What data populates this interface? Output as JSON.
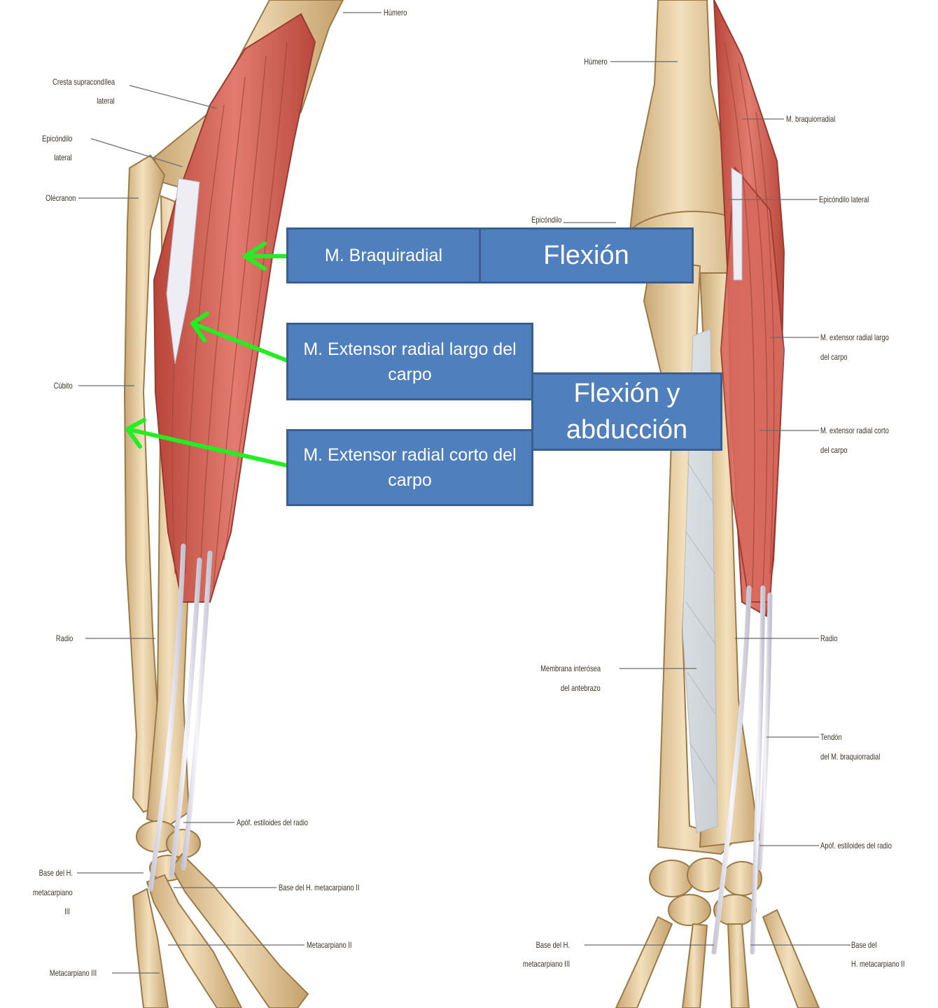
{
  "callouts": {
    "braquiradial": "M. Braquiradial",
    "flexion": "Flexión",
    "extensor_largo": "M. Extensor radial largo del carpo",
    "flexion_abduccion": "Flexión y abducción",
    "extensor_corto": "M. Extensor radial corto del carpo"
  },
  "left_figure": {
    "humero": "Húmero",
    "cresta_1": "Cresta supracondílea",
    "cresta_2": "lateral",
    "epicondilo_1": "Epicóndilo",
    "epicondilo_2": "lateral",
    "olecranon": "Olécranon",
    "cubito": "Cúbito",
    "radio": "Radio",
    "apof": "Apóf. estiloides del radio",
    "base_iii_1": "Base del H.",
    "base_iii_2": "metacarpiano",
    "base_iii_3": "III",
    "base_ii": "Base del H. metacarpiano II",
    "metacarpiano_ii": "Metacarpiano II",
    "metacarpiano_iii": "Metacarpiano III"
  },
  "right_figure": {
    "humero": "Húmero",
    "braquiorradial": "M. braquiorradial",
    "epicondilo_lateral": "Epicóndilo lateral",
    "epicondilo": "Epicóndilo",
    "extensor_largo_1": "M. extensor radial largo",
    "extensor_largo_2": "del carpo",
    "extensor_corto_1": "M. extensor radial corto",
    "extensor_corto_2": "del carpo",
    "radio": "Radio",
    "membrana_1": "Membrana interósea",
    "membrana_2": "del antebrazo",
    "tendon_1": "Tendón",
    "tendon_2": "del M. braquiorradial",
    "apof": "Apóf. estiloides del radio",
    "base_iii_1": "Base del H.",
    "base_iii_2": "metacarpiano III",
    "base_ii_1": "Base del",
    "base_ii_2": "H. metacarpiano II"
  },
  "colors": {
    "bone": "#e9cfa2",
    "muscle": "#cf5a4f",
    "tendon": "#ecebf2",
    "callout_fill": "#4f7fbd",
    "arrow": "#22ee22"
  }
}
